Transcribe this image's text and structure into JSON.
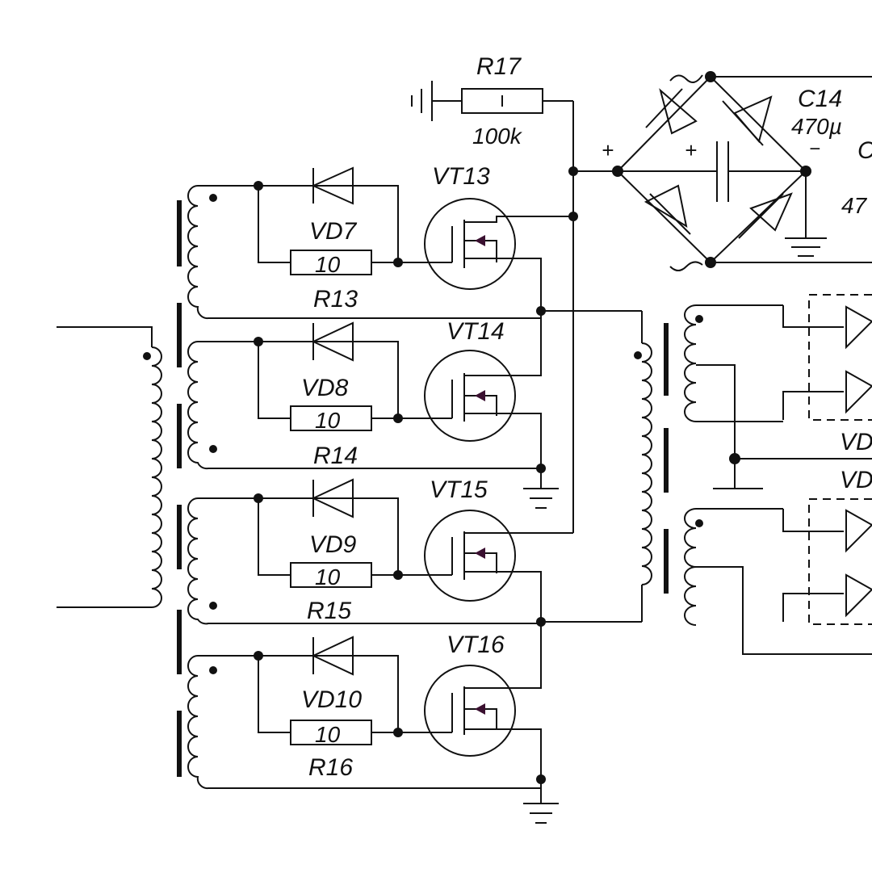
{
  "colors": {
    "ink": "#111111",
    "background": "#ffffff",
    "gate_arrow": "#3a1030"
  },
  "labels": {
    "r17_name": "R17",
    "r17_value": "100k",
    "c14_name": "C14",
    "c14_value": "470µ",
    "c15_name_partial": "C",
    "c15_value_partial": "47",
    "vt13": "VT13",
    "vt14": "VT14",
    "vt15": "VT15",
    "vt16": "VT16",
    "vd7": "VD7",
    "vd8": "VD8",
    "vd9": "VD9",
    "vd10": "VD10",
    "r13_name": "R13",
    "r14_name": "R14",
    "r15_name": "R15",
    "r16_name": "R16",
    "r13_value": "10",
    "r14_value": "10",
    "r15_value": "10",
    "r16_value": "10",
    "plus_bridge": "+",
    "plus_cap": "+",
    "minus_cap": "−",
    "vd_partial_a": "VD",
    "vd_partial_b": "VD"
  }
}
